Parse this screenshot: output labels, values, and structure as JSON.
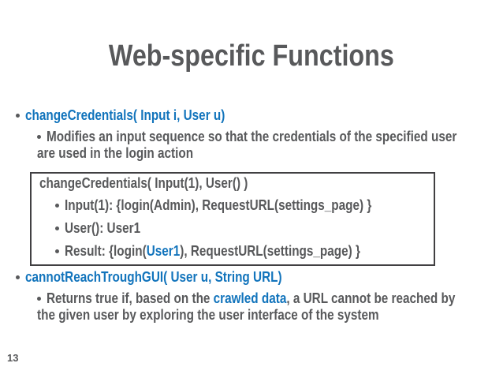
{
  "colors": {
    "accent_blue": "#1274BC",
    "body_gray": "#58595B",
    "box_border": "#414042",
    "background": "#FFFFFF"
  },
  "title": "Web-specific Functions",
  "page_number": "13",
  "section1": {
    "heading": "changeCredentials( Input i, User u)",
    "description": [
      [
        {
          "text": "Modifies an input sequence so that the credentials of the specified user"
        }
      ],
      [
        {
          "text": "are used in the login action"
        }
      ]
    ]
  },
  "example_box": {
    "title": "changeCredentials( Input(1), User() )",
    "bullets": [
      [
        {
          "text": "Input(1): {login(Admin), RequestURL(settings_page) }"
        }
      ],
      [
        {
          "text": "User(): User1"
        }
      ],
      [
        {
          "text": "Result: {login("
        },
        {
          "text": "User1",
          "accent": true
        },
        {
          "text": "), RequestURL(settings_page) }"
        }
      ]
    ]
  },
  "section2": {
    "heading": "cannotReachTroughGUI( User u, String URL)",
    "description": [
      [
        {
          "text": "Returns true if, based on the "
        },
        {
          "text": "crawled data",
          "accent": true
        },
        {
          "text": ", a URL cannot be reached by"
        }
      ],
      [
        {
          "text": "the given user by exploring the user interface of the system"
        }
      ]
    ]
  }
}
